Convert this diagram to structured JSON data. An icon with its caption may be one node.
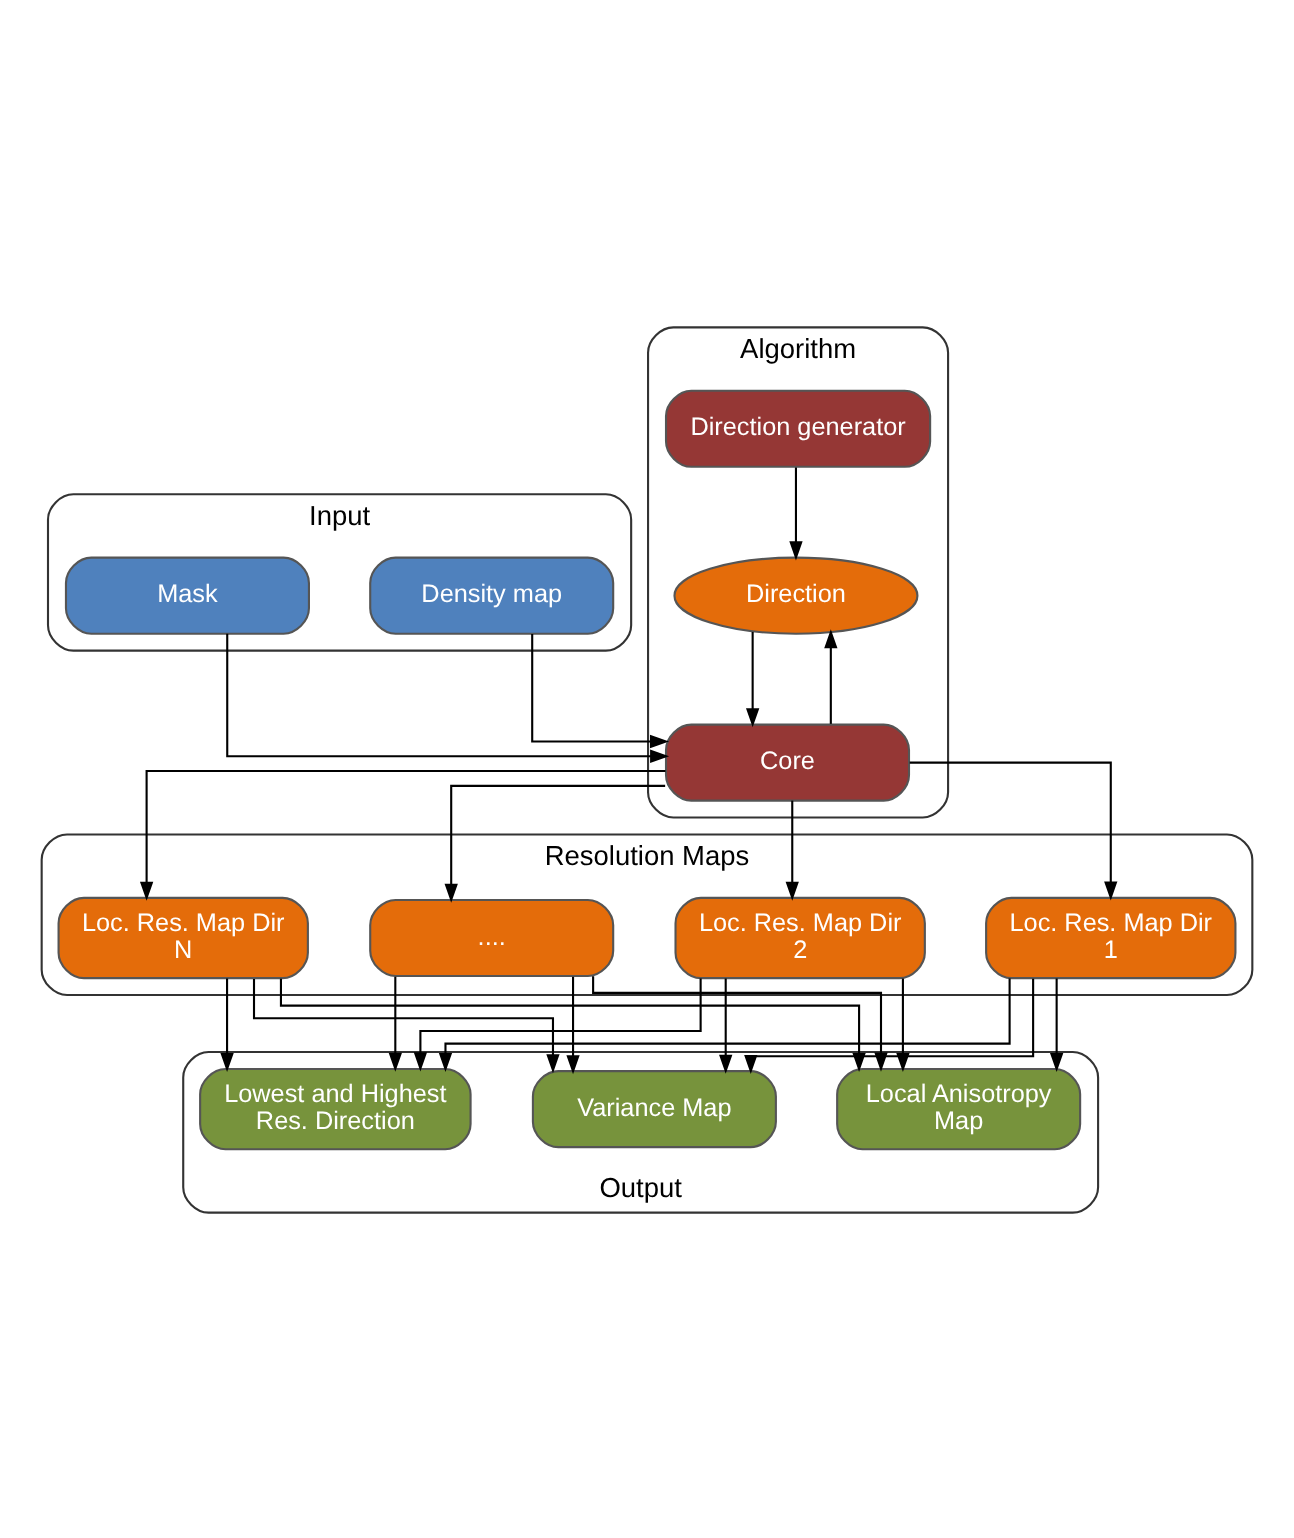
{
  "diagram": {
    "nodes": [
      {
        "text": [
          "Input"
        ]
      },
      {
        "text": [
          "Density map"
        ],
        "in": 0
      },
      {
        "text": [
          "Mask"
        ],
        "in": 0
      },
      {
        "text": [
          "Algorithm"
        ]
      },
      {
        "text": [
          "Direction generator"
        ],
        "in": 3
      },
      {
        "text": [
          "Direction"
        ],
        "in": 3
      },
      {
        "text": [
          "Core"
        ],
        "in": 3
      },
      {
        "text": [
          "Resolution Maps"
        ]
      },
      {
        "text": [
          "Loc. Res. Map Dir 1"
        ],
        "in": 7
      },
      {
        "text": [
          "Loc. Res. Map Dir 2"
        ],
        "in": 7
      },
      {
        "text": [
          "...."
        ],
        "in": 7
      },
      {
        "text": [
          "Loc. Res. Map Dir N"
        ],
        "in": 7
      },
      {
        "text": [
          "Output"
        ]
      },
      {
        "text": [
          "Lowest and Highest Res. Direction"
        ],
        "in": 12
      },
      {
        "text": [
          "Local Anisotropy Map"
        ],
        "in": 12
      },
      {
        "text": [
          "Variance Map"
        ],
        "in": 12
      }
    ],
    "edges": [
      {
        "from": 1,
        "to": 6,
        "arrow": "to"
      },
      {
        "from": 2,
        "to": 6,
        "arrow": "to"
      },
      {
        "from": 4,
        "to": 5,
        "arrow": "to"
      },
      {
        "from": 5,
        "to": 6,
        "arrow": "to"
      },
      {
        "from": 6,
        "to": 5,
        "arrow": "to"
      },
      {
        "from": 6,
        "to": 8,
        "arrow": "to"
      },
      {
        "from": 6,
        "to": 9,
        "arrow": "to"
      },
      {
        "from": 6,
        "to": 10,
        "arrow": "to"
      },
      {
        "from": 6,
        "to": 11,
        "arrow": "to"
      },
      {
        "from": 8,
        "to": 13,
        "arrow": "to"
      },
      {
        "from": 8,
        "to": 14,
        "arrow": "to"
      },
      {
        "from": 8,
        "to": 15,
        "arrow": "to"
      },
      {
        "from": 9,
        "to": 13,
        "arrow": "to"
      },
      {
        "from": 9,
        "to": 14,
        "arrow": "to"
      },
      {
        "from": 9,
        "to": 15,
        "arrow": "to"
      },
      {
        "from": 10,
        "to": 13,
        "arrow": "to"
      },
      {
        "from": 10,
        "to": 14,
        "arrow": "to"
      },
      {
        "from": 10,
        "to": 15,
        "arrow": "to"
      },
      {
        "from": 11,
        "to": 13,
        "arrow": "to"
      },
      {
        "from": 11,
        "to": 14,
        "arrow": "to"
      },
      {
        "from": 11,
        "to": 15,
        "arrow": "to"
      }
    ]
  }
}
